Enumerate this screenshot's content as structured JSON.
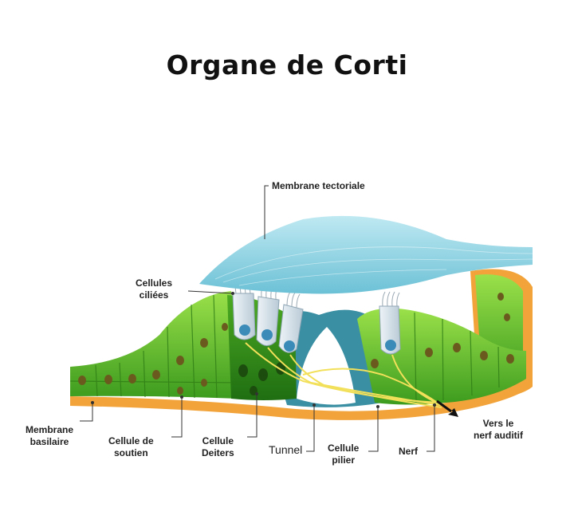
{
  "title": "Organe de Corti",
  "labels": {
    "tectorial": "Membrane tectoriale",
    "ciliated": "Cellules\nciliées",
    "basilar": "Membrane\nbasilaire",
    "support": "Cellule de\nsoutien",
    "deiters": "Cellule\nDeiters",
    "tunnel": "Tunnel",
    "pillar": "Cellule\npilier",
    "nerve": "Nerf",
    "auditory": "Vers le\nnerf auditif"
  },
  "colors": {
    "tectorial": "#8fd3e2",
    "cell_green": "#5cbf2a",
    "cell_light": "#a6dd52",
    "nucleus": "#6b5a1e",
    "basilar": "#f2a33a",
    "tunnel": "#3a8fa3",
    "hair_cell": "#dfe8ee",
    "hair_nucleus": "#3a8bb8",
    "nerve": "#f2e05a"
  }
}
